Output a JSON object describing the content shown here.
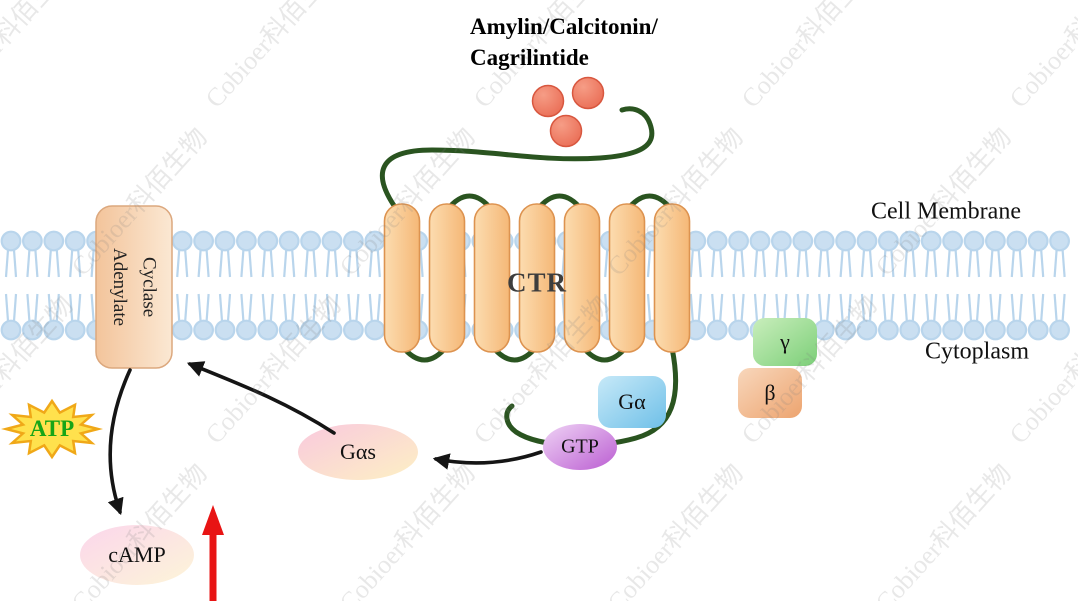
{
  "title": {
    "line1": "Amylin/Calcitonin/",
    "line2": "Cagrilintide"
  },
  "labels": {
    "cell_membrane": "Cell Membrane",
    "cytoplasm": "Cytoplasm",
    "receptor": "CTR",
    "adenylate_cyclase": "Adenylate Cyclase",
    "g_alpha": "Gα",
    "gamma": "γ",
    "beta": "β",
    "gtp": "GTP",
    "g_alpha_s": "Gαs",
    "atp": "ATP",
    "camp": "cAMP"
  },
  "ligand": {
    "count": 3
  },
  "receptor": {
    "helix_count": 7
  },
  "watermark": {
    "text": "Cobioer科佰生物"
  },
  "colors": {
    "membrane_head": "#cadff1",
    "membrane_tail": "#b9d5ec",
    "helix_stroke": "#dd9350",
    "loop": "#2a5420",
    "ligand_stroke": "#d8573f",
    "arrow": "#151515",
    "red_arrow": "#e81414",
    "atp_text": "#17a517",
    "star_fill": "#ffe14d",
    "star_stroke": "#f0a818"
  }
}
